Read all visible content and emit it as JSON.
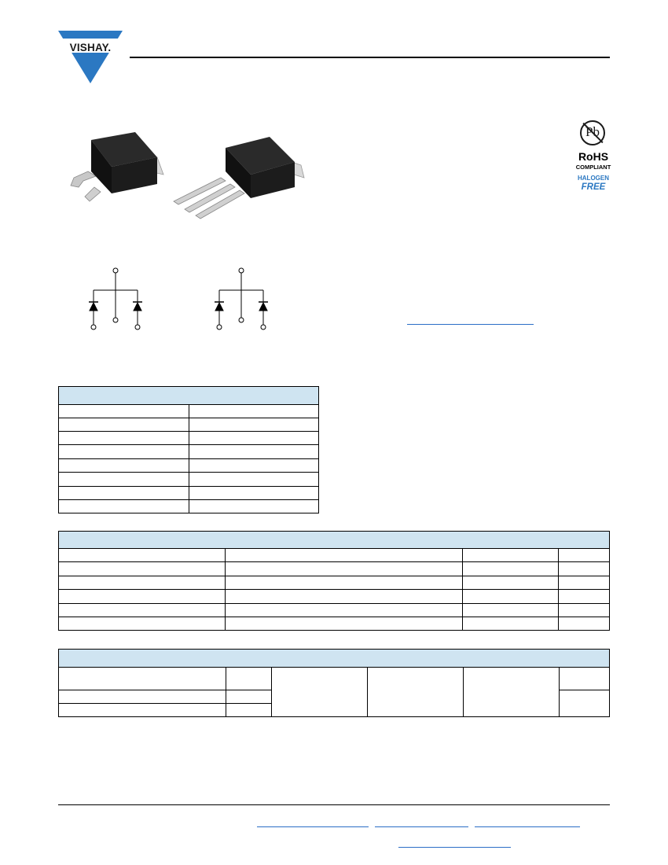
{
  "header": {
    "logo_text": "VISHAY.",
    "brand_color": "#2b78c2"
  },
  "badge": {
    "symbol": "Pb",
    "rohs": "RoHS",
    "compliant": "COMPLIANT",
    "halogen": "HALOGEN",
    "free": "FREE"
  },
  "icons": {
    "package_left": "d2pak-package-icon",
    "package_right": "to-262-package-icon",
    "schematic": "diode-schematic-icon"
  },
  "colors": {
    "table_header": "#cfe4f1",
    "link": "#2b6ec6"
  }
}
